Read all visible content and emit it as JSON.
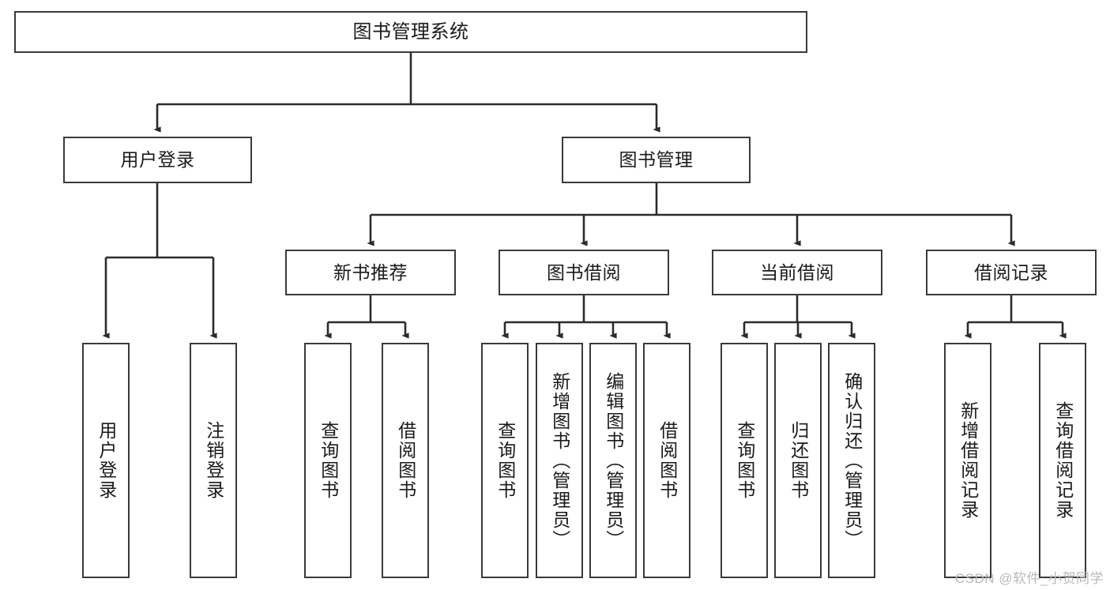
{
  "diagram": {
    "title": "图书管理系统",
    "type": "tree-hierarchy",
    "watermark": "CSDN @软件_小贺同学",
    "colors": {
      "box_border": "#3a3a3a",
      "box_fill": "#ffffff",
      "connector": "#2b2b2b",
      "text": "#1a1a1a",
      "watermark": "#b9b9b9",
      "background": "#ffffff"
    },
    "levels": {
      "root": {
        "label": "图书管理系统"
      },
      "level2": [
        {
          "label": "用户登录"
        },
        {
          "label": "图书管理"
        }
      ],
      "level3": [
        {
          "label": "新书推荐"
        },
        {
          "label": "图书借阅"
        },
        {
          "label": "当前借阅"
        },
        {
          "label": "借阅记录"
        }
      ],
      "leaves": {
        "user_login": [
          {
            "label": "用户登录"
          },
          {
            "label": "注销登录"
          }
        ],
        "new_book_recommend": [
          {
            "label": "查询图书"
          },
          {
            "label": "借阅图书"
          }
        ],
        "book_borrow": [
          {
            "label": "查询图书"
          },
          {
            "label": "新增图书（管理员）"
          },
          {
            "label": "编辑图书（管理员）"
          },
          {
            "label": "借阅图书"
          }
        ],
        "current_borrow": [
          {
            "label": "查询图书"
          },
          {
            "label": "归还图书"
          },
          {
            "label": "确认归还（管理员）"
          }
        ],
        "borrow_record": [
          {
            "label": "新增借阅记录"
          },
          {
            "label": "查询借阅记录"
          }
        ]
      }
    }
  }
}
